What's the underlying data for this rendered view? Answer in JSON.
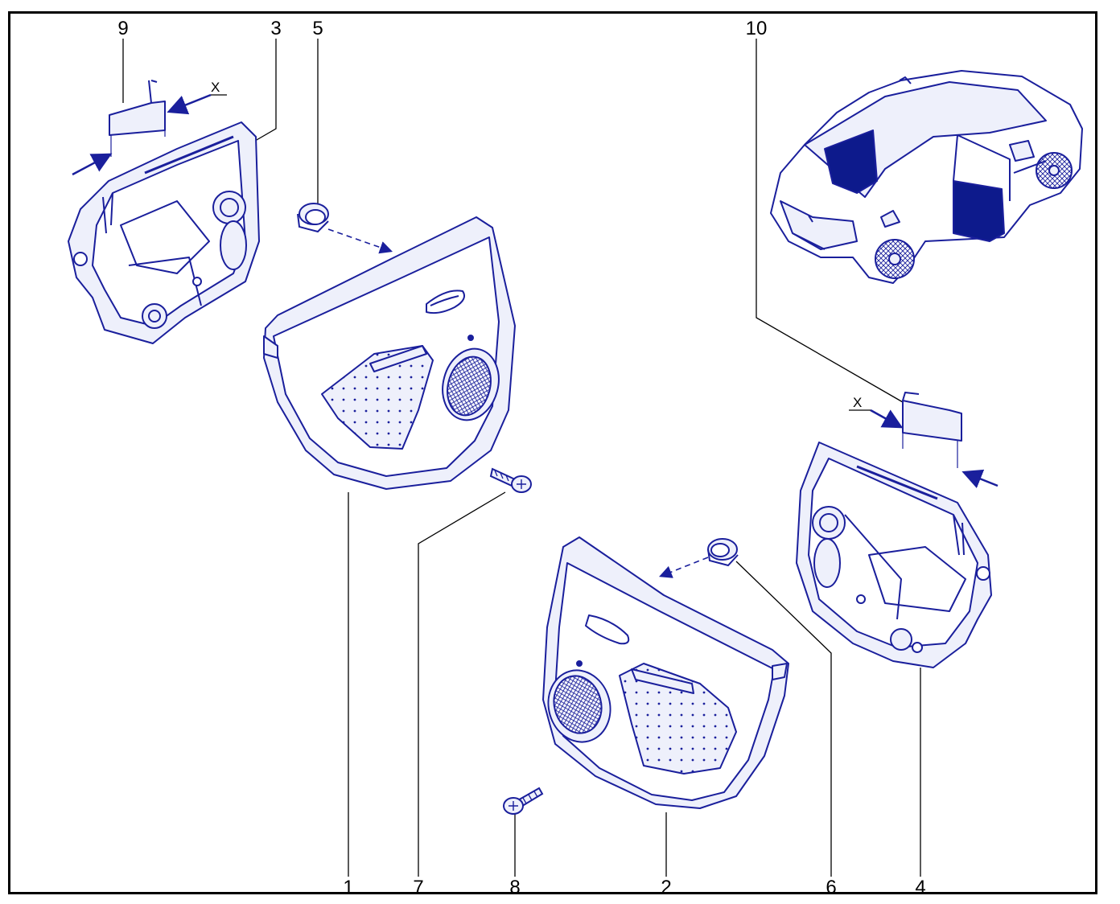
{
  "diagram": {
    "colors": {
      "line": "#1a1f9c",
      "fill": "#0d1a8c",
      "surface": "#eef0fb",
      "leader": "#000000"
    },
    "callouts": [
      "1",
      "2",
      "3",
      "4",
      "5",
      "6",
      "7",
      "8",
      "9",
      "10"
    ],
    "section_marks": [
      "X",
      "X"
    ]
  }
}
